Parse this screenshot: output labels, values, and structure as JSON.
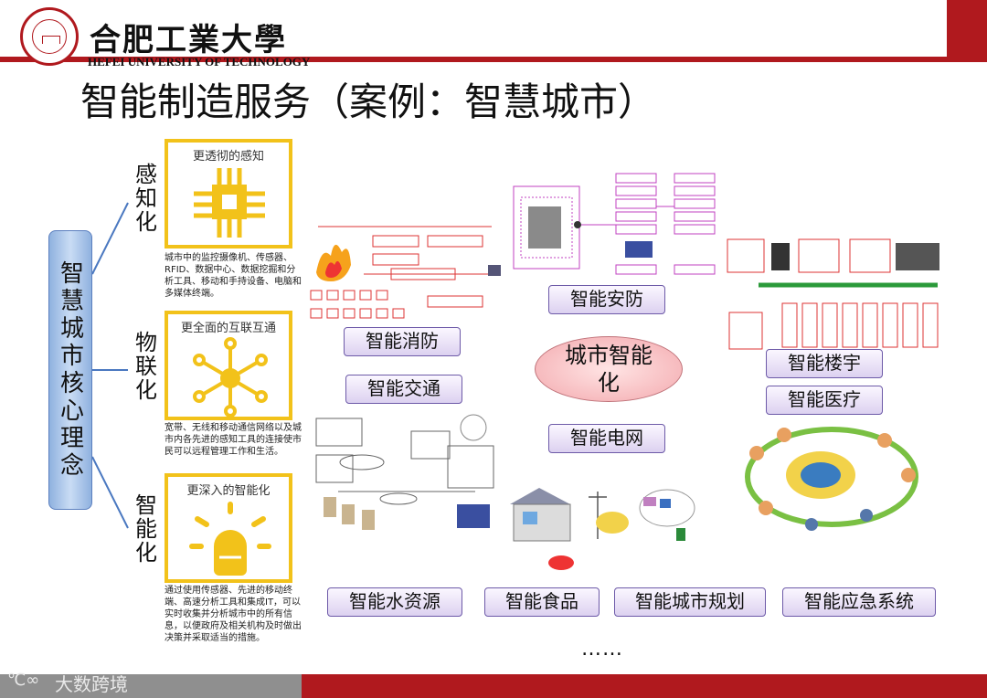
{
  "header": {
    "university_cn": "合肥工業大學",
    "university_en": "HEFEI UNIVERSITY OF TECHNOLOGY"
  },
  "title": "智能制造服务（案例：智慧城市）",
  "core": "智慧城市核心理念",
  "categories": [
    {
      "label": "感知化",
      "box_title": "更透彻的感知",
      "desc": "城市中的监控摄像机、传感器、RFID、数据中心、数据挖掘和分析工具、移动和手持设备、电脑和多媒体终端。"
    },
    {
      "label": "物联化",
      "box_title": "更全面的互联互通",
      "desc": "宽带、无线和移动通信网络以及城市内各先进的感知工具的连接使市民可以远程管理工作和生活。"
    },
    {
      "label": "智能化",
      "box_title": "更深入的智能化",
      "desc": "通过使用传感器、先进的移动终端、高速分析工具和集成IT，可以实时收集并分析城市中的所有信息，以便政府及相关机构及时做出决策并采取适当的措施。"
    }
  ],
  "center": "城市智能化",
  "labels": {
    "fire": "智能消防",
    "security": "智能安防",
    "building": "智能楼宇",
    "traffic": "智能交通",
    "medical": "智能医疗",
    "grid": "智能电网",
    "water": "智能水资源",
    "food": "智能食品",
    "planning": "智能城市规划",
    "emergency": "智能应急系统"
  },
  "more": "……",
  "watermark": "大数跨境",
  "colors": {
    "accent_red": "#b0191e",
    "yellow": "#f2c21a",
    "label_border": "#6d5aa8"
  }
}
